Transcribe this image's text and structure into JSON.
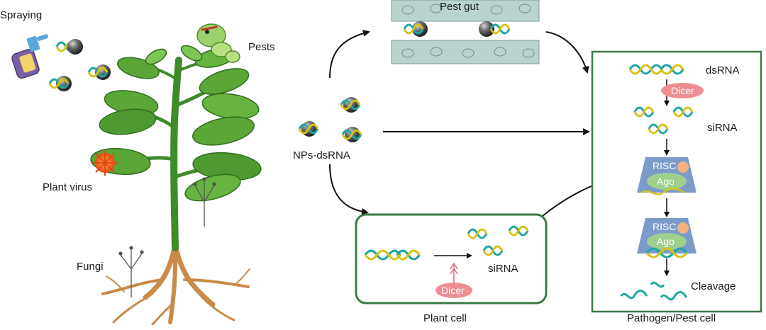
{
  "labels": {
    "spraying": "Spraying",
    "pests": "Pests",
    "plant_virus": "Plant virus",
    "fungi": "Fungi",
    "nps_dsrna": "NPs-dsRNA",
    "pest_gut": "Pest gut",
    "plant_cell": "Plant cell",
    "pathogen_pest_cell": "Pathogen/Pest cell",
    "dsrna": "dsRNA",
    "sirna_right": "siRNA",
    "sirna_plant": "siRNA",
    "dicer_right": "Dicer",
    "dicer_plant": "Dicer",
    "risc_1": "RISC",
    "ago_1": "Ago",
    "risc_2": "RISC",
    "ago_2": "Ago",
    "cleavage": "Cleavage"
  },
  "colors": {
    "leaf": "#5aa637",
    "leaf_dark": "#2f6e1f",
    "stem": "#3f8a2a",
    "root": "#c98a4a",
    "gut": "#b9d3cf",
    "cell_border": "#3b7a45",
    "dna_teal": "#1fa6a0",
    "dna_yellow": "#d6c21a",
    "dicer": "#ee8e92",
    "risc_blue": "#7c9bcb",
    "ago_green": "#9fd08b",
    "nanoparticle": "#555555"
  },
  "icons": [
    "spray-bottle-icon",
    "caterpillar-icon",
    "virus-icon",
    "fungi-icon",
    "nanoparticle-icon",
    "dsrna-helix-icon"
  ]
}
